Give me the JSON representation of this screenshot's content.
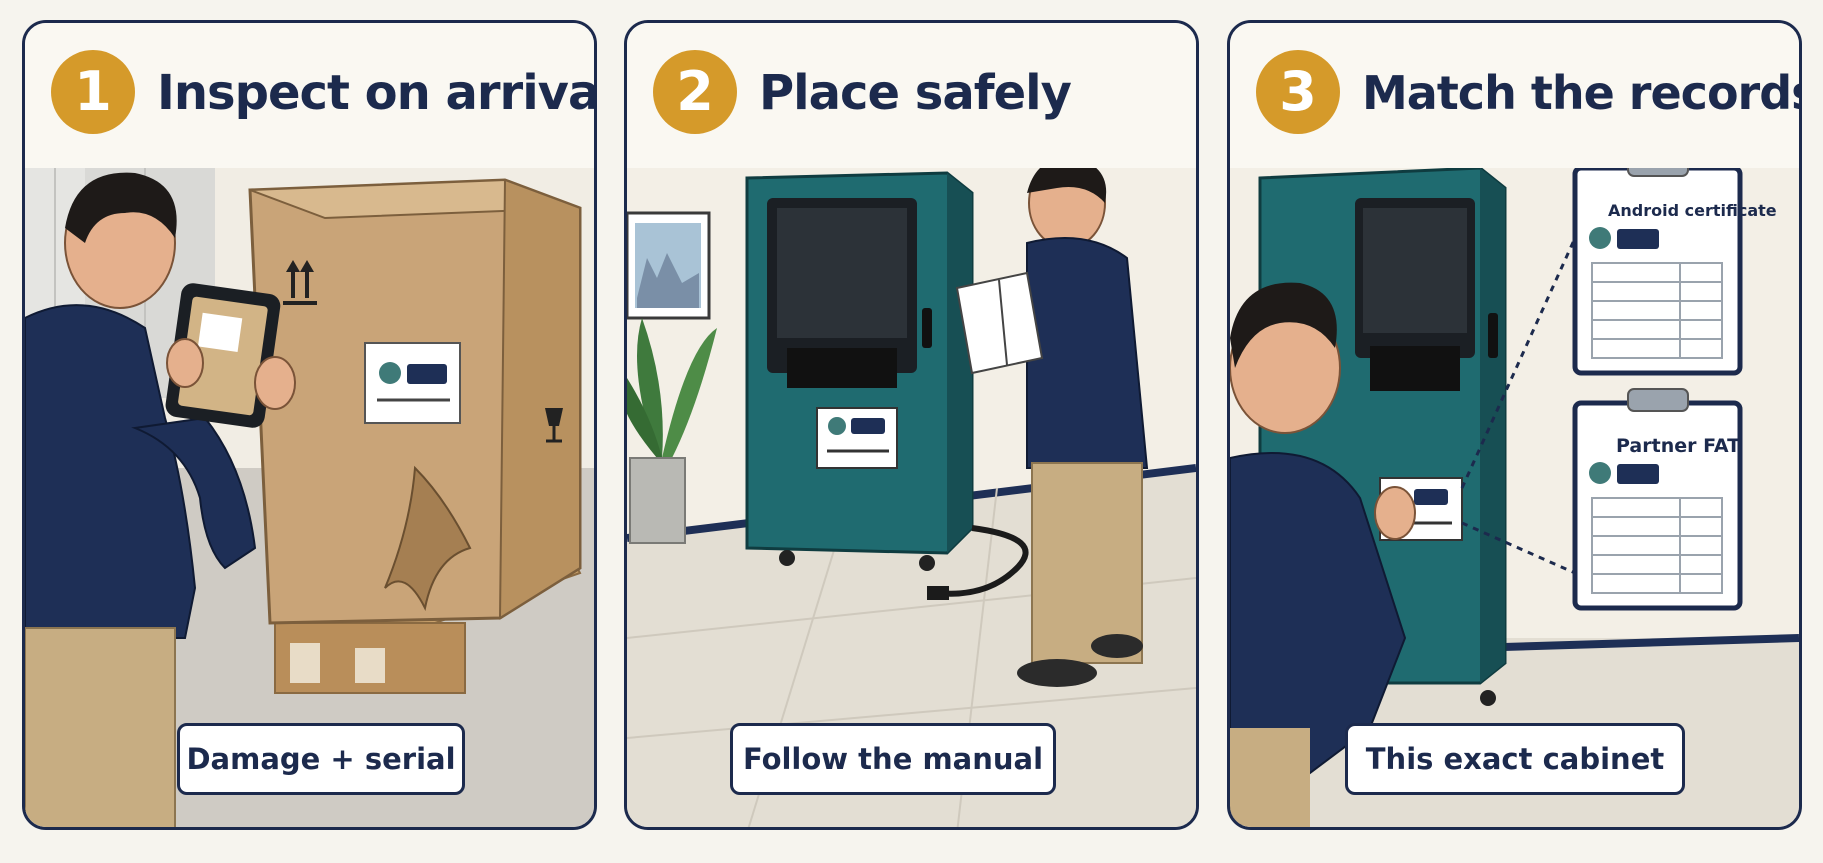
{
  "panels": [
    {
      "number": "1",
      "title": "Inspect on arrival",
      "caption": "Damage + serial"
    },
    {
      "number": "2",
      "title": "Place safely",
      "caption": "Follow the manual"
    },
    {
      "number": "3",
      "title": "Match the records",
      "caption": "This exact cabinet",
      "documents": [
        "Android certificate",
        "Partner FAT"
      ]
    }
  ],
  "colors": {
    "border": "#1c2a4d",
    "badge": "#d59a2a",
    "cabinet": "#1f6b70",
    "box": "#c9a478",
    "jacket": "#1e2f56",
    "trousers": "#c7ad82"
  }
}
